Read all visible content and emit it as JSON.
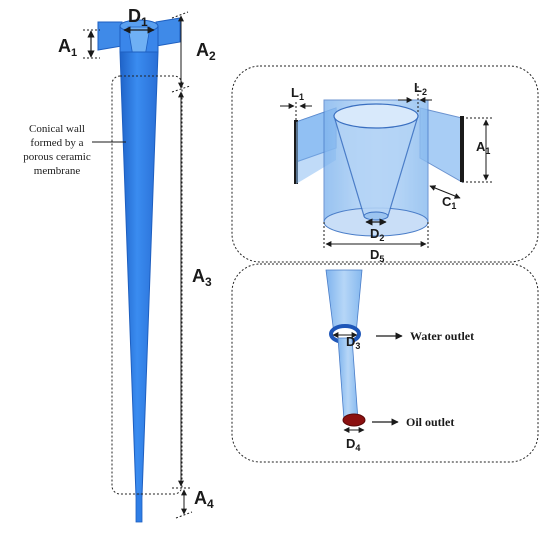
{
  "labels": {
    "A1": {
      "main": "A",
      "sub": "1"
    },
    "A2": {
      "main": "A",
      "sub": "2"
    },
    "A3": {
      "main": "A",
      "sub": "3"
    },
    "A4": {
      "main": "A",
      "sub": "4"
    },
    "D1": {
      "main": "D",
      "sub": "1"
    },
    "D2": {
      "main": "D",
      "sub": "2"
    },
    "D3": {
      "main": "D",
      "sub": "3"
    },
    "D4": {
      "main": "D",
      "sub": "4"
    },
    "D5": {
      "main": "D",
      "sub": "5"
    },
    "L1": {
      "main": "L",
      "sub": "1"
    },
    "L2": {
      "main": "L",
      "sub": "2"
    },
    "A1_detail": {
      "main": "A",
      "sub": "1"
    },
    "C1": {
      "main": "C",
      "sub": "1"
    }
  },
  "annotations": {
    "conical_wall_line1": "Conical wall",
    "conical_wall_line2": "formed by a",
    "conical_wall_line3": "porous ceramic",
    "conical_wall_line4": "membrane",
    "water_outlet": "Water outlet",
    "oil_outlet": "Oil outlet"
  },
  "colors": {
    "body_blue": "#2f7ee6",
    "light_blue": "#8fc0f2",
    "inlet_blue": "#6aa8ee",
    "oil_red": "#8b1010",
    "outline": "#1a1a1a"
  }
}
